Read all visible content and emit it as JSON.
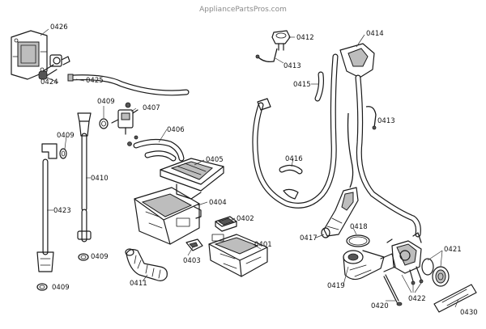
{
  "watermark": "AppliancePartsPros.com",
  "parts": [
    {
      "id": "0426",
      "label": "0426"
    },
    {
      "id": "0424",
      "label": "0424"
    },
    {
      "id": "0425",
      "label": "0425"
    },
    {
      "id": "0409a",
      "label": "0409"
    },
    {
      "id": "0409b",
      "label": "0409"
    },
    {
      "id": "0409c",
      "label": "0409"
    },
    {
      "id": "0409d",
      "label": "0409"
    },
    {
      "id": "0407",
      "label": "0407"
    },
    {
      "id": "0406",
      "label": "0406"
    },
    {
      "id": "0410",
      "label": "0410"
    },
    {
      "id": "0423",
      "label": "0423"
    },
    {
      "id": "0405",
      "label": "0405"
    },
    {
      "id": "0404",
      "label": "0404"
    },
    {
      "id": "0402",
      "label": "0402"
    },
    {
      "id": "0401",
      "label": "0401"
    },
    {
      "id": "0403",
      "label": "0403"
    },
    {
      "id": "0411",
      "label": "0411"
    },
    {
      "id": "0412",
      "label": "0412"
    },
    {
      "id": "0413a",
      "label": "0413"
    },
    {
      "id": "0413b",
      "label": "0413"
    },
    {
      "id": "0414",
      "label": "0414"
    },
    {
      "id": "0415",
      "label": "0415"
    },
    {
      "id": "0416",
      "label": "0416"
    },
    {
      "id": "0417",
      "label": "0417"
    },
    {
      "id": "0418",
      "label": "0418"
    },
    {
      "id": "0419",
      "label": "0419"
    },
    {
      "id": "0420",
      "label": "0420"
    },
    {
      "id": "0421",
      "label": "0421"
    },
    {
      "id": "0422",
      "label": "0422"
    },
    {
      "id": "0430",
      "label": "0430"
    }
  ]
}
